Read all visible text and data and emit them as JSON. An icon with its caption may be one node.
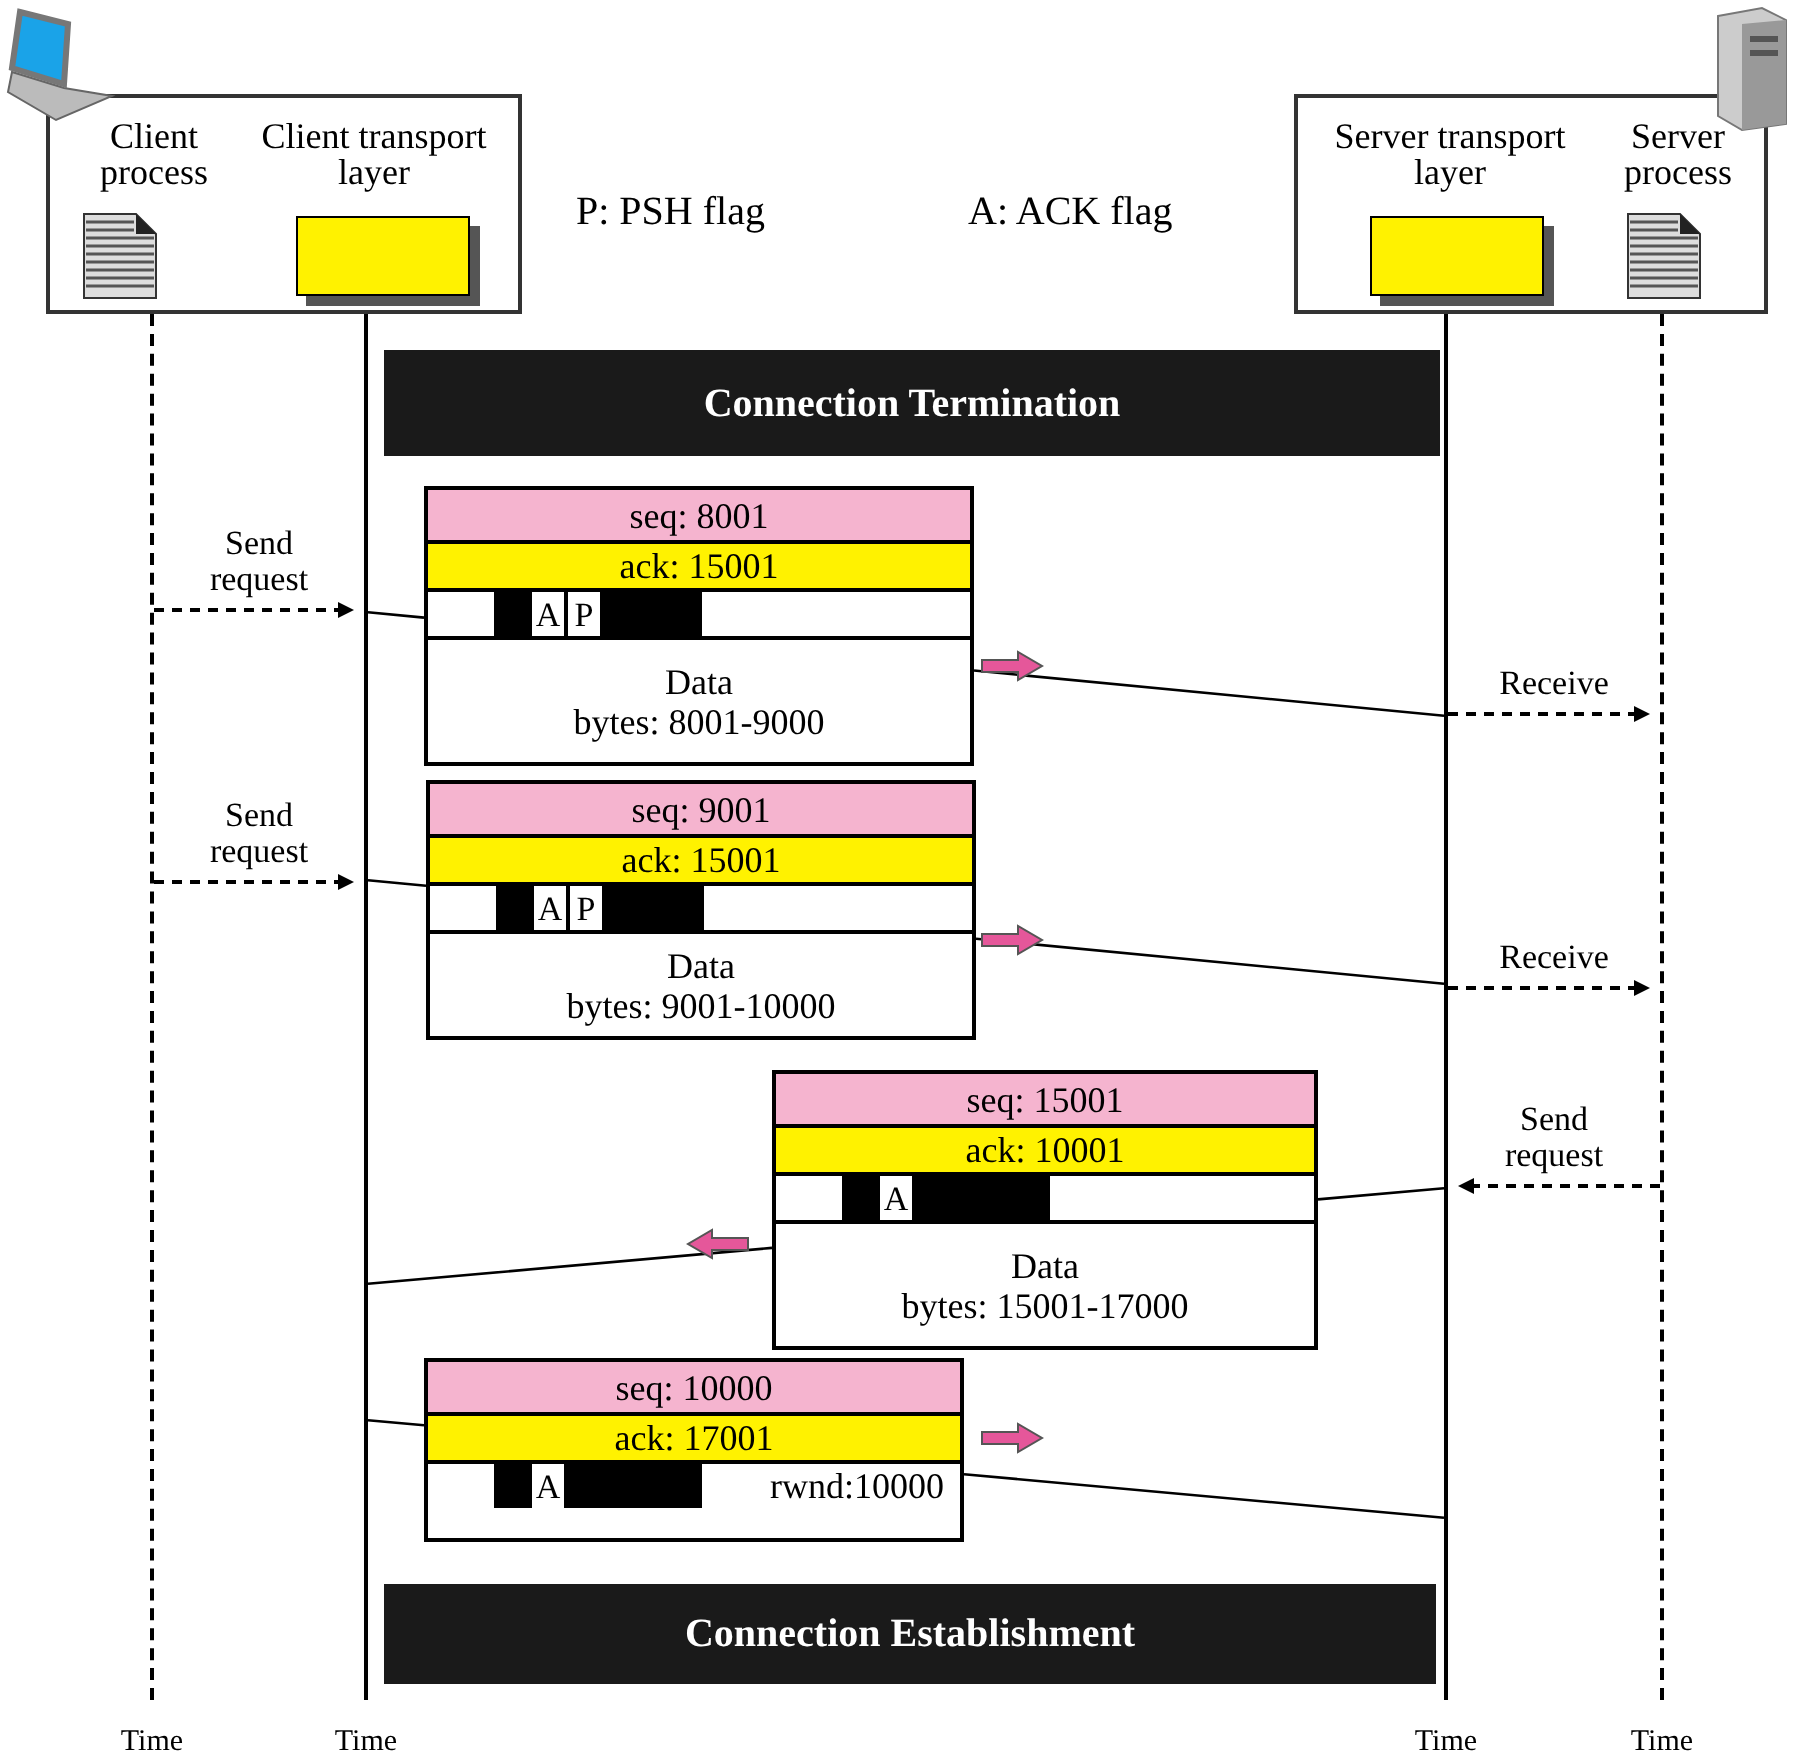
{
  "diagram": {
    "nodes": [
      {
        "text": [],
        "shape": "box"
      },
      {
        "text": [
          "Client process"
        ],
        "in": 0
      },
      {
        "text": [
          "Client transport layer"
        ],
        "in": 0
      },
      {
        "text": [],
        "shape": "box"
      },
      {
        "text": [
          "Server transport layer"
        ],
        "in": 3
      },
      {
        "text": [
          "Server process"
        ],
        "in": 3
      },
      {
        "text": [
          "Connection Termination"
        ]
      },
      {
        "text": [
          "seq: 8001",
          "ack: 15001",
          "A",
          "P",
          "Data",
          "bytes: 8001-9000"
        ]
      },
      {
        "text": [
          "seq: 9001",
          "ack: 15001",
          "A",
          "P",
          "Data",
          "bytes: 9001-10000"
        ]
      },
      {
        "text": [
          "seq: 15001",
          "ack: 10001",
          "A",
          "Data",
          "bytes: 15001-17000"
        ]
      },
      {
        "text": [
          "seq: 10000",
          "ack: 17001",
          "A",
          "rwnd:10000"
        ]
      },
      {
        "text": [
          "Connection Establishment"
        ]
      },
      {
        "text": [],
        "shape": "bar",
        "beside": [
          "Time"
        ]
      },
      {
        "text": [],
        "shape": "bar",
        "beside": [
          "Time"
        ]
      },
      {
        "text": [],
        "shape": "bar",
        "beside": [
          "Time"
        ]
      },
      {
        "text": [],
        "shape": "bar",
        "beside": [
          "Time"
        ]
      }
    ],
    "edges": [
      {
        "from": 12,
        "to": 13,
        "arrow": "to",
        "label": "Send request",
        "style": "dashed"
      },
      {
        "from": 13,
        "to": 7,
        "arrow": "none"
      },
      {
        "from": 7,
        "to": 14,
        "arrow": "none"
      },
      {
        "from": 14,
        "to": 15,
        "arrow": "to",
        "label": "Receive",
        "style": "dashed"
      },
      {
        "from": 12,
        "to": 13,
        "arrow": "to",
        "label": "Send request",
        "style": "dashed"
      },
      {
        "from": 13,
        "to": 8,
        "arrow": "none"
      },
      {
        "from": 8,
        "to": 14,
        "arrow": "none"
      },
      {
        "from": 14,
        "to": 15,
        "arrow": "to",
        "label": "Receive",
        "style": "dashed"
      },
      {
        "from": 15,
        "to": 14,
        "arrow": "to",
        "label": "Send request",
        "style": "dashed"
      },
      {
        "from": 14,
        "to": 9,
        "arrow": "none"
      },
      {
        "from": 9,
        "to": 13,
        "arrow": "none"
      },
      {
        "from": 13,
        "to": 10,
        "arrow": "none"
      },
      {
        "from": 10,
        "to": 14,
        "arrow": "none"
      }
    ],
    "labels": [
      "P: PSH flag",
      "A: ACK flag"
    ]
  }
}
